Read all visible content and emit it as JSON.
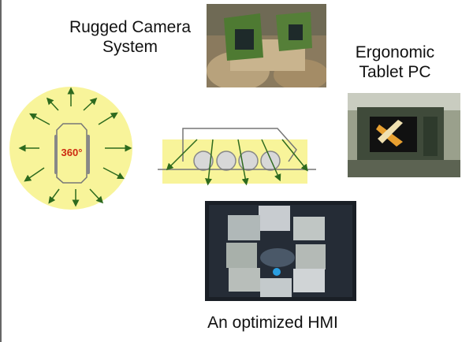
{
  "labels": {
    "camera": [
      "Rugged Camera",
      "System"
    ],
    "tablet": [
      "Ergonomic",
      "Tablet PC"
    ],
    "hmi": "An optimized HMI"
  },
  "diagram": {
    "top_view_label": "360°"
  },
  "colors": {
    "coverage": "#f8f49a",
    "arrow": "#2d6a1e",
    "vehicle_outline": "#777777",
    "label_360": "#cc2a10"
  }
}
